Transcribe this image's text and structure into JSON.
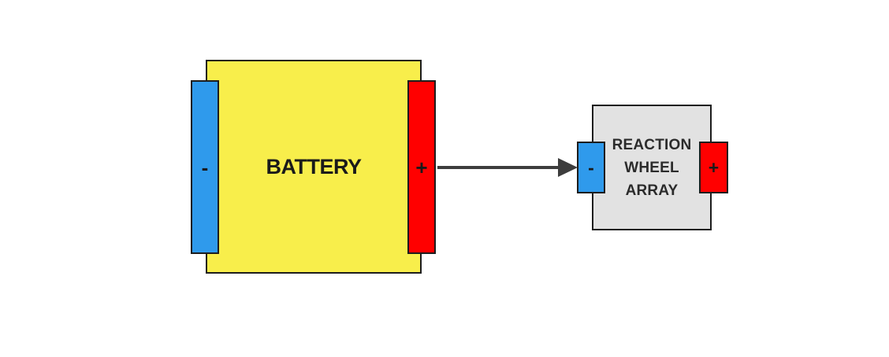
{
  "diagram": {
    "battery": {
      "label": "BATTERY",
      "negative_symbol": "-",
      "positive_symbol": "+"
    },
    "reaction_wheel_array": {
      "label_lines": [
        "REACTION",
        "WHEEL",
        "ARRAY"
      ],
      "negative_symbol": "-",
      "positive_symbol": "+"
    },
    "connection": {
      "type": "arrow",
      "from": "battery-positive-terminal",
      "to": "reaction-wheel-array-negative-terminal"
    },
    "colors": {
      "battery_fill": "#F8EE4B",
      "negative_terminal_fill": "#2F9AEC",
      "positive_terminal_fill": "#FF0000",
      "array_fill": "#E2E2E2",
      "outline": "#1D1D1D",
      "arrow": "#3D3D3D",
      "label_text": "#1A1A1A"
    }
  }
}
